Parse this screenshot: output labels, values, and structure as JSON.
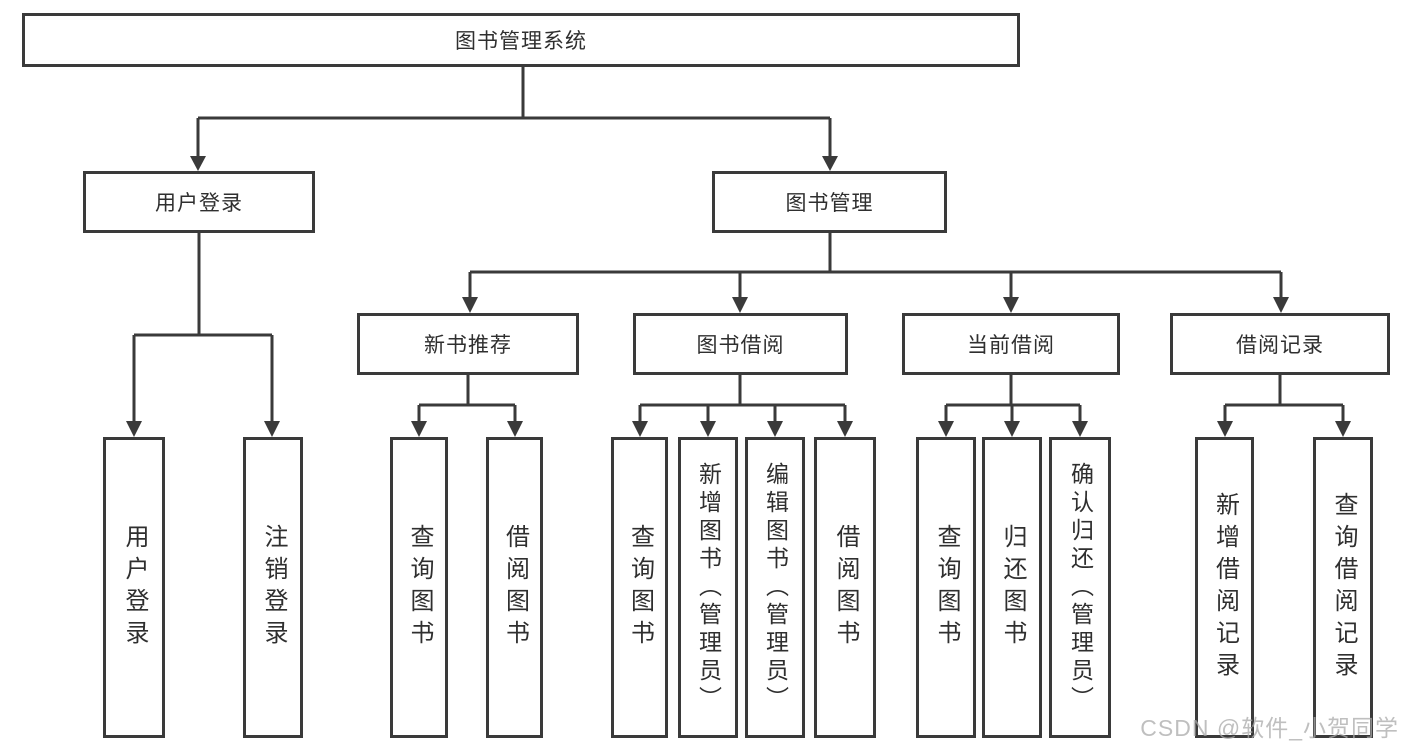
{
  "tree": {
    "root": {
      "label": "图书管理系统"
    },
    "children": [
      {
        "label": "用户登录",
        "children": [
          {
            "label": "用户登录"
          },
          {
            "label": "注销登录"
          }
        ]
      },
      {
        "label": "图书管理",
        "children": [
          {
            "label": "新书推荐",
            "children": [
              {
                "label": "查询图书"
              },
              {
                "label": "借阅图书"
              }
            ]
          },
          {
            "label": "图书借阅",
            "children": [
              {
                "label": "查询图书"
              },
              {
                "label": "新增图书（管理员）"
              },
              {
                "label": "编辑图书（管理员）"
              },
              {
                "label": "借阅图书"
              }
            ]
          },
          {
            "label": "当前借阅",
            "children": [
              {
                "label": "查询图书"
              },
              {
                "label": "归还图书"
              },
              {
                "label": "确认归还（管理员）"
              }
            ]
          },
          {
            "label": "借阅记录",
            "children": [
              {
                "label": "新增借阅记录"
              },
              {
                "label": "查询借阅记录"
              }
            ]
          }
        ]
      }
    ]
  },
  "watermark": {
    "text": "CSDN @软件_小贺同学"
  },
  "colors": {
    "line": "#3a3a3a",
    "box_border": "#3a3a3a",
    "text": "#2f2f2f",
    "background": "#ffffff",
    "watermark": "#aaaaaa"
  }
}
